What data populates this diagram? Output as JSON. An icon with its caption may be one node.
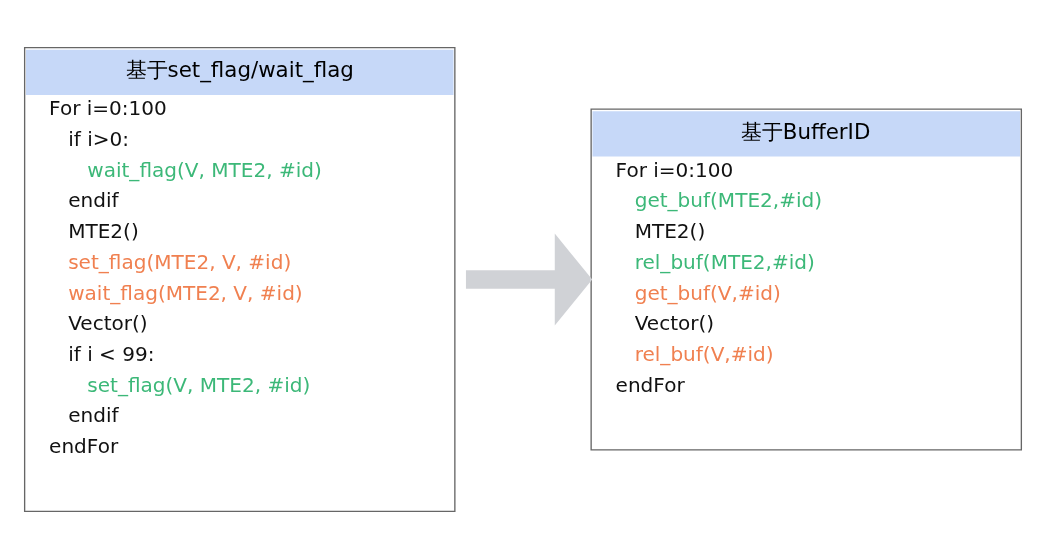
{
  "diagram": {
    "nodes": [
      {
        "text": [
          "基于set_flag/wait_flag",
          "For i=0:100",
          "if i>0:",
          "wait_flag(V, MTE2, #id)",
          "endif",
          "MTE2()",
          "set_flag(MTE2, V, #id)",
          "wait_flag(MTE2, V, #id)",
          "Vector()",
          "if i < 99:",
          "set_flag(V, MTE2, #id)",
          "endif",
          "endFor"
        ]
      },
      {
        "text": [
          "基于BufferID",
          "For i=0:100",
          "get_buf(MTE2,#id)",
          "MTE2()",
          "rel_buf(MTE2,#id)",
          "get_buf(V,#id)",
          "Vector()",
          "rel_buf(V,#id)",
          "endFor"
        ]
      }
    ],
    "edges": [
      {
        "from": 0,
        "to": 1,
        "arrow": "to"
      }
    ]
  }
}
